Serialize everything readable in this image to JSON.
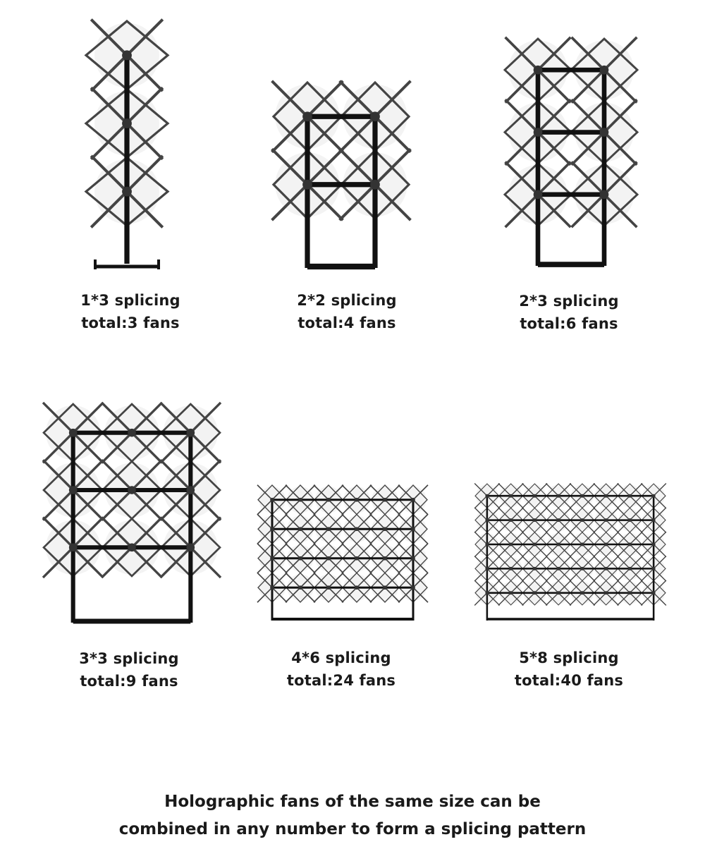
{
  "configurations": [
    {
      "name": "1*3 splicing",
      "total": "total:3 fans",
      "cols": 1,
      "rows": 3
    },
    {
      "name": "2*2 splicing",
      "total": "total:4 fans",
      "cols": 2,
      "rows": 2
    },
    {
      "name": "2*3 splicing",
      "total": "total:6 fans",
      "cols": 2,
      "rows": 3
    },
    {
      "name": "3*3 splicing",
      "total": "total:9 fans",
      "cols": 3,
      "rows": 3
    },
    {
      "name": "4*6 splicing",
      "total": "total:24 fans",
      "cols": 6,
      "rows": 4
    },
    {
      "name": "5*8 splicing",
      "total": "total:40 fans",
      "cols": 8,
      "rows": 5
    }
  ],
  "footer": {
    "line1": "Holographic fans of the same size can be",
    "line2": "combined in any number to form a splicing pattern"
  },
  "colors": {
    "frame": "#111111",
    "blades": "#444444",
    "hub": "#333333",
    "glow": "#dcdcdc"
  }
}
